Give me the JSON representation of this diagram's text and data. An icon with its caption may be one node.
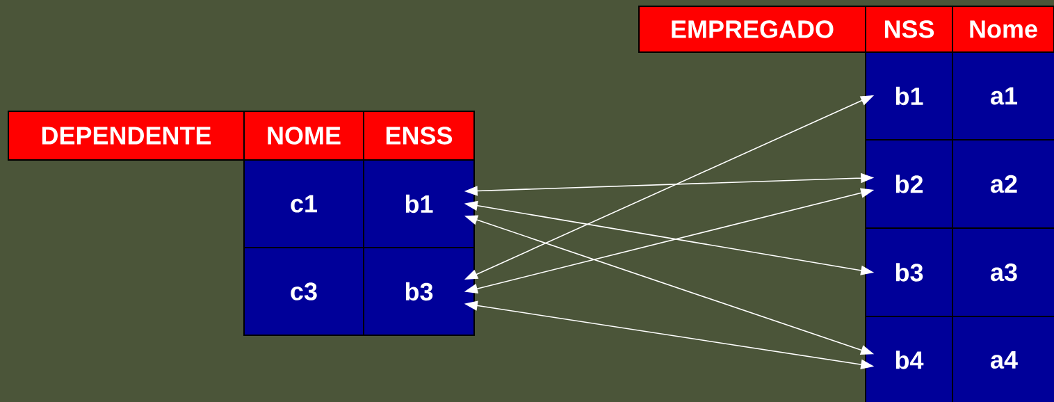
{
  "diagram": {
    "nodes": [
      {
        "text": [
          "DEPENDENTE"
        ]
      },
      {
        "text": [
          "NOME"
        ]
      },
      {
        "text": [
          "ENSS"
        ]
      },
      {
        "text": [
          "c1"
        ]
      },
      {
        "text": [
          "b1"
        ]
      },
      {
        "text": [
          "c3"
        ]
      },
      {
        "text": [
          "b3"
        ]
      },
      {
        "text": [
          "EMPREGADO"
        ]
      },
      {
        "text": [
          "NSS"
        ]
      },
      {
        "text": [
          "Nome"
        ]
      },
      {
        "text": [
          "b1"
        ]
      },
      {
        "text": [
          "a1"
        ]
      },
      {
        "text": [
          "b2"
        ]
      },
      {
        "text": [
          "a2"
        ]
      },
      {
        "text": [
          "b3"
        ]
      },
      {
        "text": [
          "a3"
        ]
      },
      {
        "text": [
          "b4"
        ]
      },
      {
        "text": [
          "a4"
        ]
      }
    ],
    "edges": [
      {
        "from": 4,
        "to": 12,
        "arrow": "both"
      },
      {
        "from": 4,
        "to": 14,
        "arrow": "both"
      },
      {
        "from": 4,
        "to": 16,
        "arrow": "both"
      },
      {
        "from": 6,
        "to": 10,
        "arrow": "both"
      },
      {
        "from": 6,
        "to": 12,
        "arrow": "both"
      },
      {
        "from": 6,
        "to": 16,
        "arrow": "both"
      }
    ]
  }
}
